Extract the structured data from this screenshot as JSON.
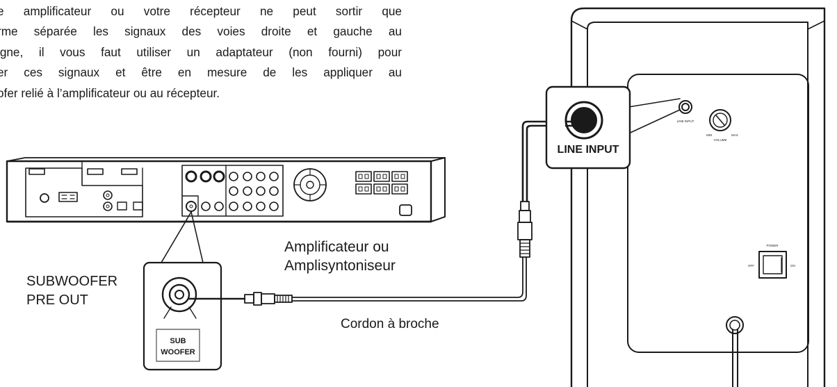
{
  "intro": {
    "lines": [
      "e amplificateur ou votre récepteur ne peut sortir que",
      "rme séparée les signaux des voies droite et gauche au",
      "igne, il vous faut utiliser un adaptateur (non fourni) pour",
      "er ces signaux et être en mesure de les appliquer au",
      "ofer relié à l’amplificateur ou au récepteur."
    ]
  },
  "receiver": {
    "caption_line1": "Amplificateur ou",
    "caption_line2": "Amplisyntoniseur"
  },
  "subwoofer_out": {
    "label_line1": "SUBWOOFER",
    "label_line2": "PRE OUT",
    "jack_line1": "SUB",
    "jack_line2": "WOOFER"
  },
  "cable": {
    "label": "Cordon à broche"
  },
  "speaker_panel": {
    "line_input_callout": "LINE INPUT",
    "line_input_small": "LINE INPUT",
    "volume_label": "VOLUME",
    "volume_min": "MIN",
    "volume_max": "MAX",
    "power_label": "POWER",
    "power_off": "OFF",
    "power_on": "ON"
  },
  "colors": {
    "line": "#1a1a1a",
    "panel_fill": "#ffffff",
    "shade": "#d9d9d9"
  }
}
